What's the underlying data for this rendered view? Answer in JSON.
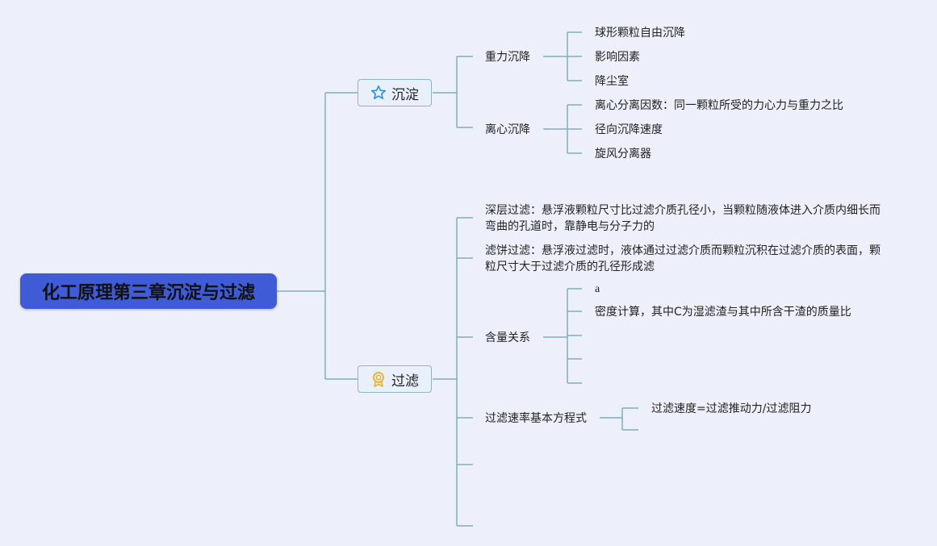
{
  "root": {
    "title": "化工原理第三章沉淀与过滤"
  },
  "branches": {
    "sedimentation": {
      "title": "沉淀",
      "icon": "star-icon",
      "gravity": {
        "label": "重力沉降",
        "items": [
          "球形颗粒自由沉降",
          "影响因素",
          "降尘室"
        ]
      },
      "centrifugal": {
        "label": "离心沉降",
        "items": [
          "离心分离因数：同一颗粒所受的力心力与重力之比",
          "径向沉降速度",
          "旋风分离器"
        ]
      }
    },
    "filtration": {
      "title": "过滤",
      "icon": "award-ribbon-icon",
      "deep_filtration": "深层过滤：悬浮液颗粒尺寸比过滤介质孔径小，当颗粒随液体进入介质内细长而弯曲的孔道时，靠静电与分子力的",
      "cake_filtration": "滤饼过滤：悬浮液过滤时，液体通过过滤介质而颗粒沉积在过滤介质的表面，颗粒尺寸大于过滤介质的孔径形成滤",
      "content_relation": {
        "label": "含量关系",
        "items": [
          "a",
          "密度计算，其中C为湿滤渣与其中所含干渣的质量比"
        ]
      },
      "rate_equation": {
        "label": "过滤速率基本方程式",
        "items": [
          "过滤速度=过滤推动力/过滤阻力"
        ]
      }
    }
  },
  "colors": {
    "root_bg": "#3f5bd6",
    "line": "#7fb0b3",
    "star": "#2a8fd6",
    "award": "#e8b21f"
  }
}
